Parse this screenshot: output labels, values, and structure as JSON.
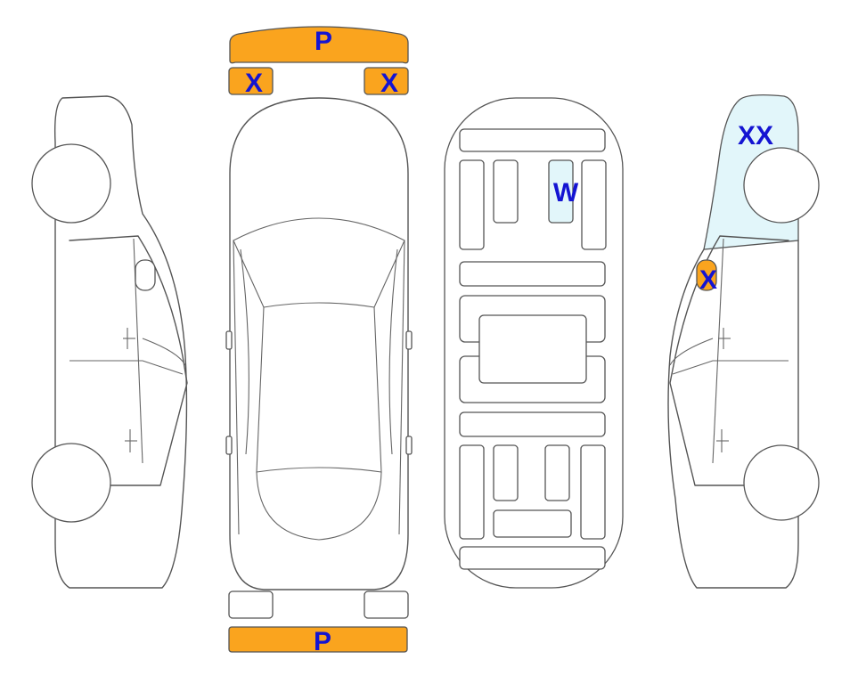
{
  "colors": {
    "orange": "#FAA41E",
    "light_blue": "#E2F6FA",
    "label": "#1414D2",
    "outline": "#555555"
  },
  "labels": {
    "front_bumper": "P",
    "front_left_lamp": "X",
    "front_right_lamp": "X",
    "rear_bumper": "P",
    "interior_seat": "W",
    "right_front_fender": "XX",
    "right_mirror": "X"
  }
}
